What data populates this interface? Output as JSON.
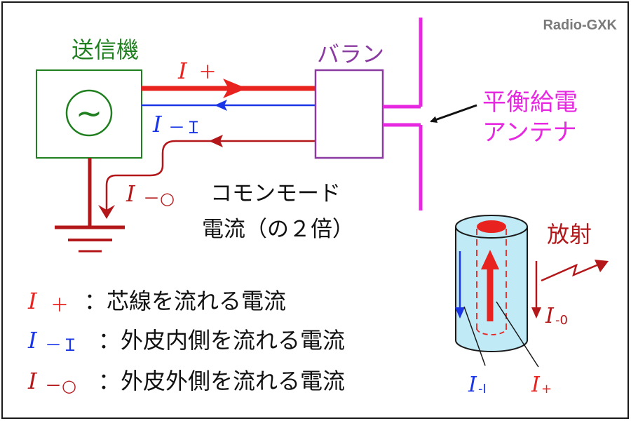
{
  "watermark": "Radio-GXK",
  "transmitter_label": "送信機",
  "tilde_symbol": "~",
  "balun_label": "バラン",
  "antenna_label_line1": "平衡給電",
  "antenna_label_line2": "アンテナ",
  "common_mode_line1": "コモンモード",
  "common_mode_line2": "電流（の２倍）",
  "current_symbol": "I",
  "sub_plus": "＋",
  "sub_inner": "－Ｉ",
  "sub_outer": "－○",
  "legend": [
    {
      "sym": "I",
      "sub": "＋",
      "text": "：芯線を流れる電流",
      "color": "#e8231f"
    },
    {
      "sym": "I",
      "sub": "－Ｉ",
      "text": "：外皮内側を流れる電流",
      "color": "#1a35e6"
    },
    {
      "sym": "I",
      "sub": "－○",
      "text": "：外皮外側を流れる電流",
      "color": "#b3171a"
    }
  ],
  "cable_radiation_label": "放射",
  "cable_labels": {
    "outer_sub": "-0",
    "inner_sub": "-I",
    "plus_sub": "+"
  },
  "colors": {
    "plus": "#e8231f",
    "inner": "#1a35e6",
    "outer": "#b3171a",
    "transmitter": "#208020",
    "balun": "#8a3aa0",
    "antenna": "#e629e0",
    "cable_fill": "#bfeaf6",
    "border": "#1a1a1a"
  }
}
